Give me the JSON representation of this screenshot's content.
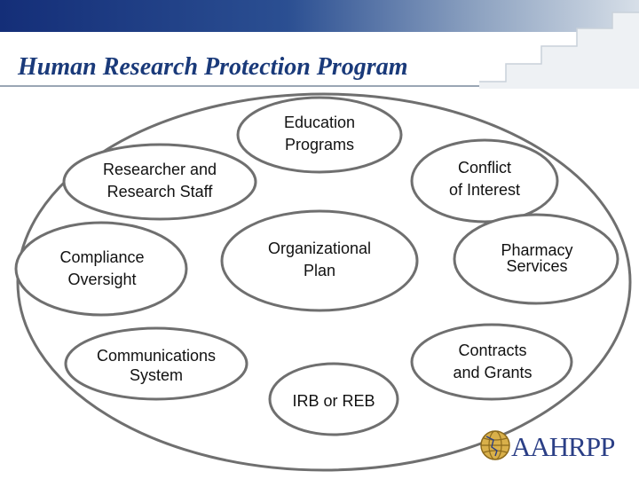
{
  "title": "Human Research Protection Program",
  "colors": {
    "banner_dark": "#142e78",
    "banner_light": "#d7dfe8",
    "title_text": "#1a3a7a",
    "ellipse_stroke": "#6f6f6f",
    "logo_blue": "#2b3f86",
    "logo_gold": "#b8902a"
  },
  "diagram": {
    "outer_ellipse": "Human Research Protection Program",
    "nodes": [
      {
        "id": "education",
        "label": "Education\nPrograms"
      },
      {
        "id": "researcher",
        "label": "Researcher and\nResearch Staff"
      },
      {
        "id": "conflict",
        "label": "Conflict\nof Interest"
      },
      {
        "id": "compliance",
        "label": "Compliance\nOversight"
      },
      {
        "id": "organizational",
        "label": "Organizational\nPlan"
      },
      {
        "id": "pharmacy",
        "label": "Pharmacy\nServices"
      },
      {
        "id": "communications",
        "label": "Communications\nSystem"
      },
      {
        "id": "contracts",
        "label": "Contracts\nand Grants"
      },
      {
        "id": "irb",
        "label": "IRB or REB"
      }
    ]
  },
  "logo": {
    "text": "AAHRPP",
    "icon": "globe-icon"
  }
}
